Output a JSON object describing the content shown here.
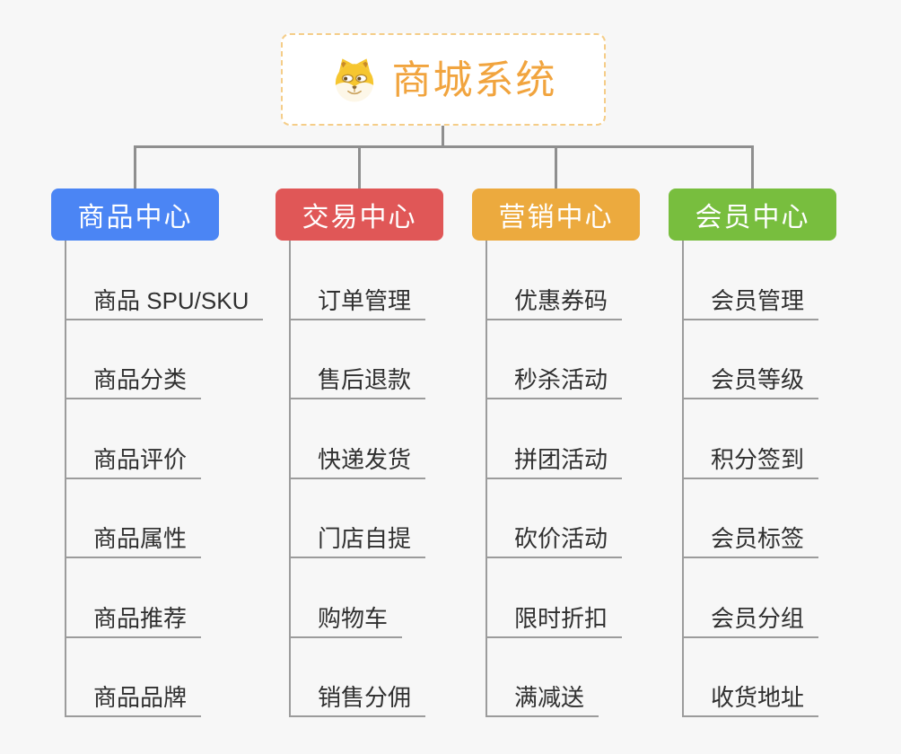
{
  "page": {
    "background_color": "#f7f7f7",
    "connector_color": "#8f8f8f",
    "underline_color": "#9c9c9c"
  },
  "root": {
    "title": "商城系统",
    "icon": "dog-face-icon",
    "title_color": "#f1a43e",
    "border_color": "#f5cd88"
  },
  "branches": [
    {
      "label": "商品中心",
      "color": "#4b85f4",
      "children": [
        "商品 SPU/SKU",
        "商品分类",
        "商品评价",
        "商品属性",
        "商品推荐",
        "商品品牌"
      ]
    },
    {
      "label": "交易中心",
      "color": "#e05757",
      "children": [
        "订单管理",
        "售后退款",
        "快递发货",
        "门店自提",
        "购物车",
        "销售分佣"
      ]
    },
    {
      "label": "营销中心",
      "color": "#ecaa3e",
      "children": [
        "优惠券码",
        "秒杀活动",
        "拼团活动",
        "砍价活动",
        "限时折扣",
        "满减送"
      ]
    },
    {
      "label": "会员中心",
      "color": "#78be3e",
      "children": [
        "会员管理",
        "会员等级",
        "积分签到",
        "会员标签",
        "会员分组",
        "收货地址"
      ]
    }
  ]
}
